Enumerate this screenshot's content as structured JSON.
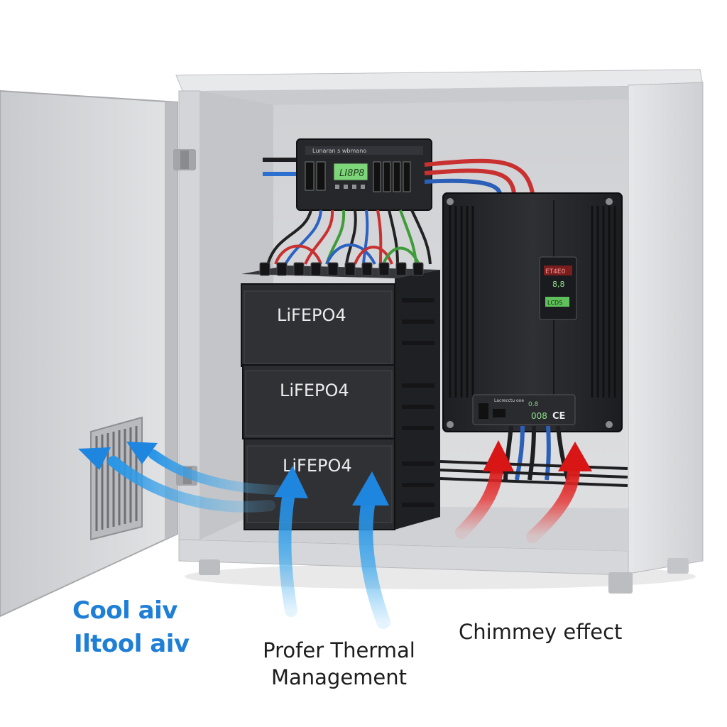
{
  "battery_modules": [
    {
      "label": "LiFEPO4"
    },
    {
      "label": "LiFEPO4"
    },
    {
      "label": "LiFEPO4"
    }
  ],
  "bms_unit": {
    "title": "Lunaran s wbmano",
    "display": "LI8P8"
  },
  "inverter": {
    "display_top": "ET4E0",
    "display_mid": "8,8",
    "display_bottom": "LCDS",
    "panel_text": "Lacrecctu ooe",
    "panel_digits": "0.8",
    "panel_code": "008",
    "mark": "CE"
  },
  "labels": {
    "cool_air_1": "Cool aiv",
    "cool_air_2": "Iltool aiv",
    "thermal_1": "Profer Thermal",
    "thermal_2": "Management",
    "chimney": "Chimmey effect"
  },
  "colors": {
    "cool_air": "#1f7fd6",
    "warm_air": "#e21b1b",
    "cabinet": "#d9dadc",
    "battery": "#2b2c2f"
  }
}
